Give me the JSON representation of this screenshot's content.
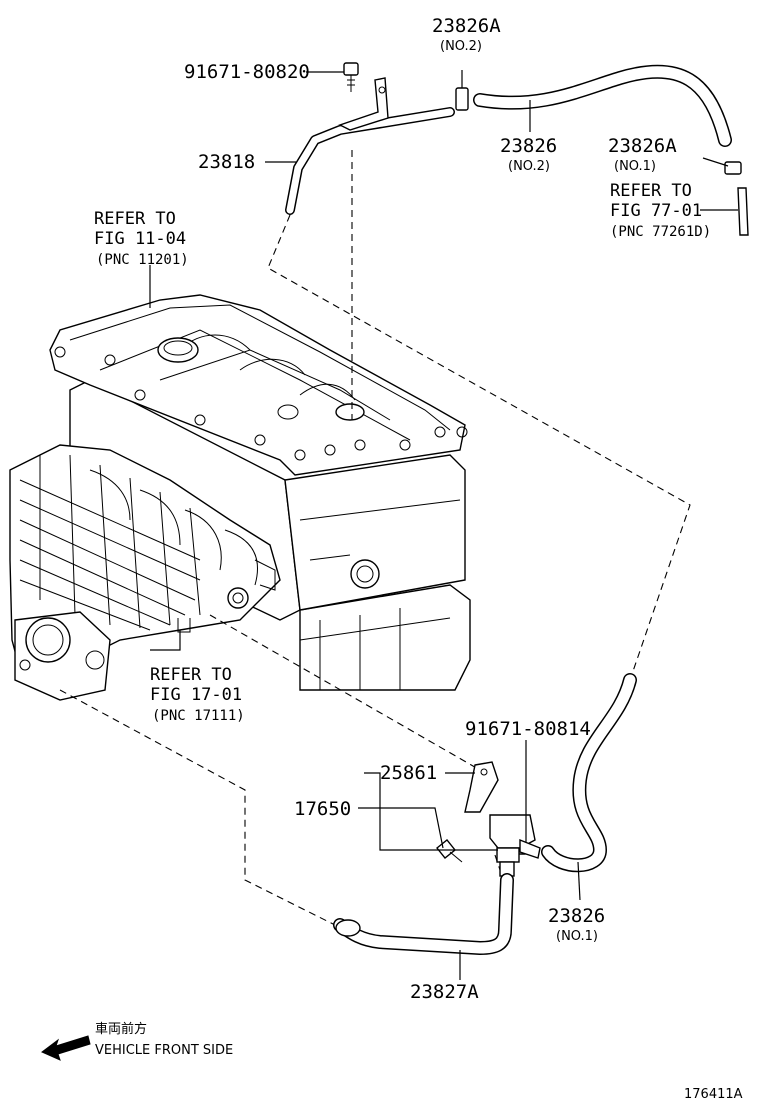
{
  "parts": {
    "p23826A_top": "23826A",
    "p23826A_top_sub": "(NO.2)",
    "p91671_80820": "91671-80820",
    "p23826_no2": "23826",
    "p23826_no2_sub": "(NO.2)",
    "p23826A_no1": "23826A",
    "p23826A_no1_sub": "(NO.1)",
    "p23818": "23818",
    "p91671_80814": "91671-80814",
    "p25861": "25861",
    "p17650": "17650",
    "p23826_no1": "23826",
    "p23826_no1_sub": "(NO.1)",
    "p23827A": "23827A"
  },
  "refs": {
    "ref1_line1": "REFER TO",
    "ref1_line2": "FIG 11-04",
    "ref1_line3": "(PNC 11201)",
    "ref2_line1": "REFER TO",
    "ref2_line2": "FIG 77-01",
    "ref2_line3": "(PNC 77261D)",
    "ref3_line1": "REFER TO",
    "ref3_line2": "FIG 17-01",
    "ref3_line3": "(PNC 17111)"
  },
  "front_note": {
    "jp": "車両前方",
    "en": "VEHICLE FRONT SIDE"
  },
  "diagram_id": "176411A"
}
